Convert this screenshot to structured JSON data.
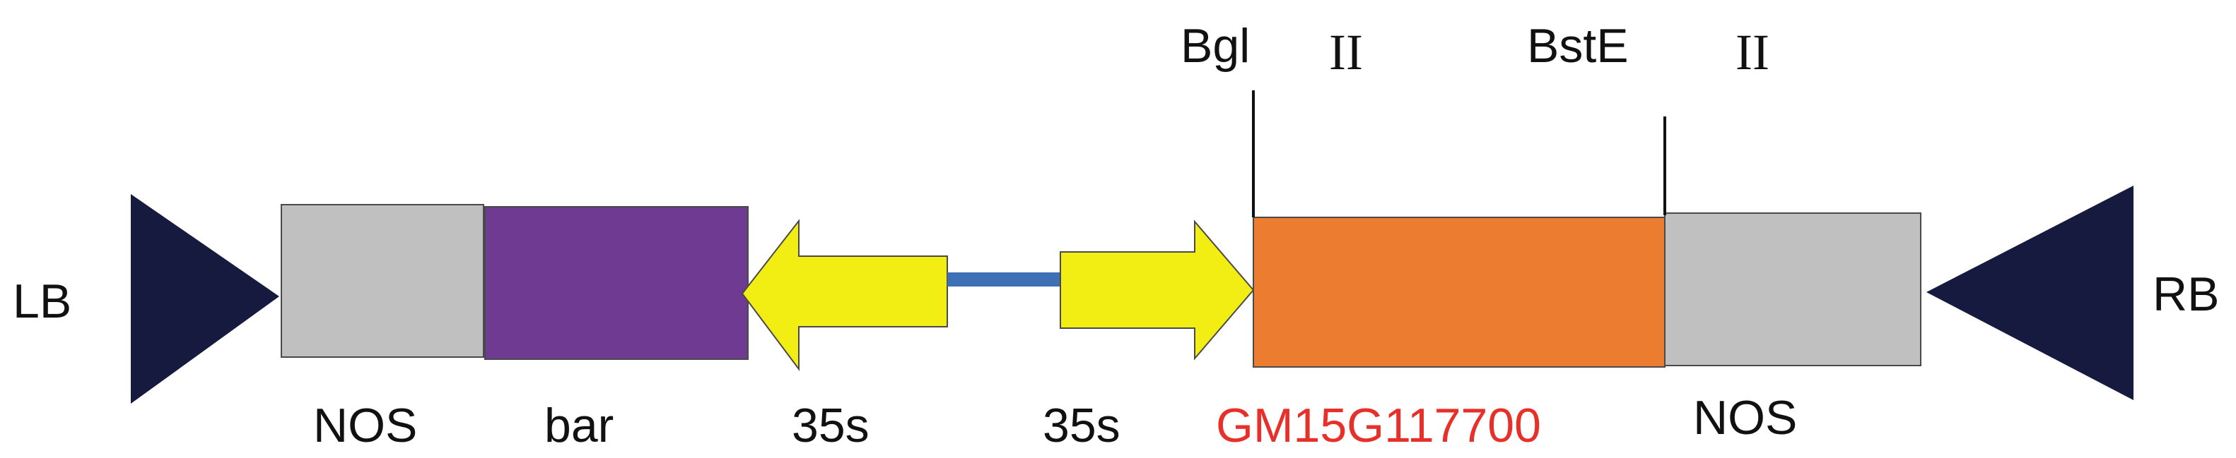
{
  "colors": {
    "border": "#4a4a4a",
    "nos": "#c0c0c0",
    "bar": "#6f3a92",
    "promoter_arrow": "#f2ed12",
    "linker": "#3f6fb5",
    "gene": "#ec7d30",
    "gene_label": "#e8302a",
    "border_triangle": "#171a3f"
  },
  "left_border": {
    "label": "LB"
  },
  "right_border": {
    "label": "RB"
  },
  "elements": {
    "nos_left": {
      "label": "NOS"
    },
    "bar": {
      "label": "bar"
    },
    "promoter_left": {
      "label": "35s"
    },
    "promoter_right": {
      "label": "35s"
    },
    "gene": {
      "label": "GM15G117700"
    },
    "nos_right": {
      "label": "NOS"
    }
  },
  "restriction_sites": [
    {
      "name": "Bgl",
      "numeral": "II"
    },
    {
      "name": "BstE",
      "numeral": "II"
    }
  ]
}
